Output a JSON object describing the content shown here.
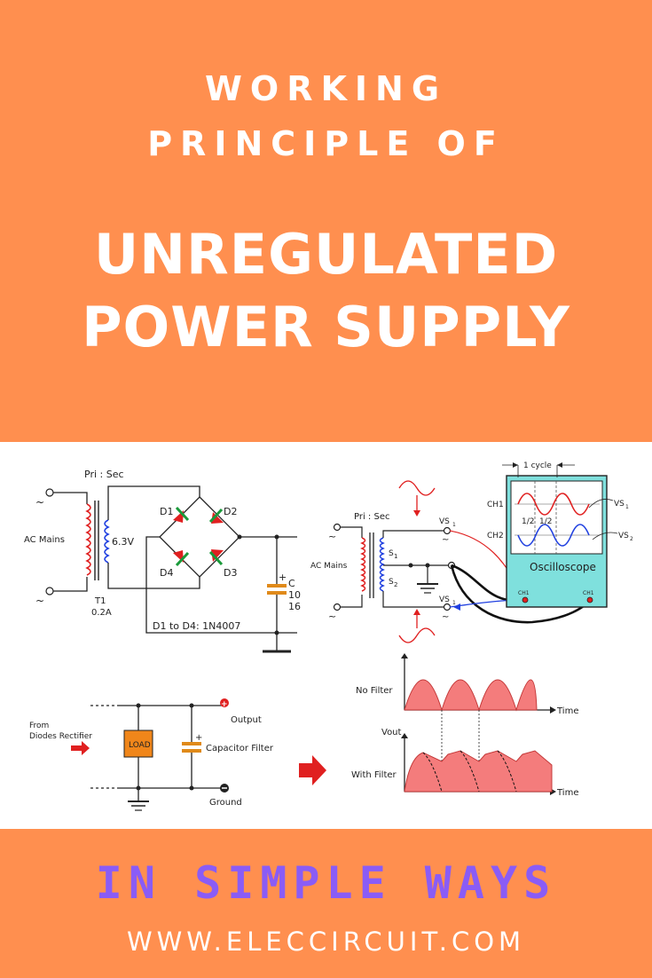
{
  "header": {
    "kicker_line1": "WORKING",
    "kicker_line2": "PRINCIPLE OF",
    "title_line1": "UNREGULATED",
    "title_line2": "POWER SUPPLY"
  },
  "footer": {
    "tagline": "IN SIMPLE WAYS",
    "website": "WWW.ELECCIRCUIT.COM"
  },
  "colors": {
    "banner": "#ff8f4f",
    "tagline": "#8a5cf6",
    "title_text": "#ffffff",
    "wave_fill": "#f47c7c",
    "arrow_red": "#e02020"
  },
  "diagram": {
    "bridge": {
      "pri_sec": "Pri : Sec",
      "ac_mains": "AC Mains",
      "secondary_voltage": "6.3V",
      "transformer_name": "T1",
      "transformer_rating": "0.2A",
      "d1": "D1",
      "d2": "D2",
      "d3": "D3",
      "d4": "D4",
      "diode_note": "D1 to D4: 1N4007",
      "cap_label": "C",
      "cap_value1": "10",
      "cap_value2": "16"
    },
    "scope": {
      "one_cycle": "1 cycle",
      "ch1": "CH1",
      "ch2": "CH2",
      "half_a": "1/2",
      "half_b": "1/2",
      "vs1": "VS",
      "vs2": "VS",
      "sub1": "1",
      "sub2": "2",
      "name": "Oscilloscope",
      "pri_sec": "Pri : Sec",
      "ac_mains": "AC Mains",
      "s1": "S",
      "s2": "S",
      "term_vs1_top": "VS",
      "term_vs1_bottom": "VS",
      "probe_ch1_a": "CH1",
      "probe_ch1_b": "CH1"
    },
    "filter": {
      "from1": "From",
      "from2": "Diodes Rectifier",
      "load": "LOAD",
      "output": "Output",
      "capacitor": "Capacitor Filter",
      "ground": "Ground",
      "plus": "+"
    },
    "waveforms": {
      "no_filter": "No Filter",
      "with_filter": "With Filter",
      "vout": "Vout",
      "time1": "Time",
      "time2": "Time"
    }
  }
}
